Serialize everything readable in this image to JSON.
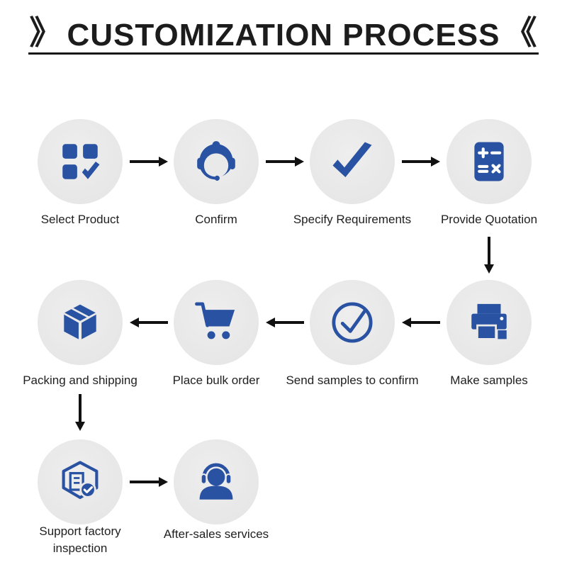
{
  "title": {
    "text": "CUSTOMIZATION PROCESS",
    "bracket_left": "》",
    "bracket_right": "《"
  },
  "colors": {
    "accent_blue": "#2a52a2",
    "circle_bg": "#e9e9e9",
    "arrow_black": "#111111",
    "text": "#1f1f1f"
  },
  "steps": [
    {
      "id": 1,
      "label": "Select Product",
      "icon": "product-grid-check-icon"
    },
    {
      "id": 2,
      "label": "Confirm",
      "icon": "customer-service-agent-icon"
    },
    {
      "id": 3,
      "label": "Specify Requirements",
      "icon": "checkmark-icon"
    },
    {
      "id": 4,
      "label": "Provide Quotation",
      "icon": "calculator-icon"
    },
    {
      "id": 5,
      "label": "Make samples",
      "icon": "printer-icon"
    },
    {
      "id": 6,
      "label": "Send samples to confirm",
      "icon": "circle-check-icon"
    },
    {
      "id": 7,
      "label": "Place bulk order",
      "icon": "shopping-cart-icon"
    },
    {
      "id": 8,
      "label": "Packing and shipping",
      "icon": "package-box-icon"
    },
    {
      "id": 9,
      "label": "Support factory inspection",
      "icon": "factory-inspection-icon"
    },
    {
      "id": 10,
      "label": "After-sales services",
      "icon": "headset-support-icon"
    }
  ]
}
